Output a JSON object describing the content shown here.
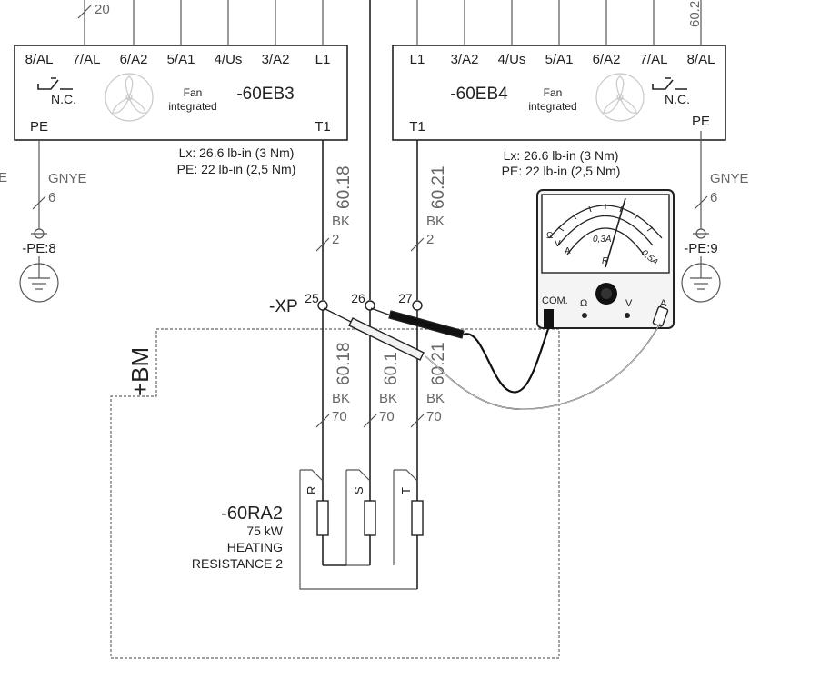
{
  "top_wire_labels": {
    "left": "20",
    "right": "60.2"
  },
  "eb3": {
    "terminals": [
      "8/AL",
      "7/AL",
      "6/A2",
      "5/A1",
      "4/Us",
      "3/A2",
      "L1"
    ],
    "nc_label": "N.C.",
    "fan_line1": "Fan",
    "fan_line2": "integrated",
    "name": "-60EB3",
    "pe": "PE",
    "t1": "T1",
    "torque1": "Lx: 26.6 lb-in (3 Nm)",
    "torque2": "PE: 22 lb-in (2,5 Nm)"
  },
  "eb4": {
    "terminals": [
      "L1",
      "3/A2",
      "4/Us",
      "5/A1",
      "6/A2",
      "7/AL",
      "8/AL"
    ],
    "nc_label": "N.C.",
    "fan_line1": "Fan",
    "fan_line2": "integrated",
    "name": "-60EB4",
    "pe": "PE",
    "t1": "T1",
    "torque1": "Lx: 26.6 lb-in (3 Nm)",
    "torque2": "PE: 22 lb-in (2,5 Nm)"
  },
  "left_edge_text": "E",
  "pe_wires": {
    "left": {
      "color": "GNYE",
      "size": "6",
      "ground": "-PE:8"
    },
    "right": {
      "color": "GNYE",
      "size": "6",
      "ground": "-PE:9"
    }
  },
  "upper_wires": {
    "w1": {
      "id": "60.18",
      "color": "BK",
      "size": "2"
    },
    "w2": {
      "id": "60.21",
      "color": "BK",
      "size": "2"
    }
  },
  "terminal_strip": {
    "name": "-XP",
    "t25": "25",
    "t26": "26",
    "t27": "27"
  },
  "location": "+BM",
  "lower_wires": {
    "w1": {
      "id": "60.18",
      "color": "BK",
      "size": "70"
    },
    "w2": {
      "id": "60.1",
      "color": "BK",
      "size": "70"
    },
    "w3": {
      "id": "60.21",
      "color": "BK",
      "size": "70"
    }
  },
  "resistor": {
    "name": "-60RA2",
    "power": "75 kW",
    "desc1": "HEATING",
    "desc2": "RESISTANCE 2",
    "phases": [
      "R",
      "S",
      "T"
    ]
  },
  "meter": {
    "com": "COM.",
    "ohm": "Ω",
    "v": "V",
    "a": "A",
    "scale_ohm": "Ω",
    "scale_v": "V",
    "scale_a": "A",
    "scale_03": "0,3A",
    "scale_05": "0,5A",
    "knob_r": "R"
  }
}
